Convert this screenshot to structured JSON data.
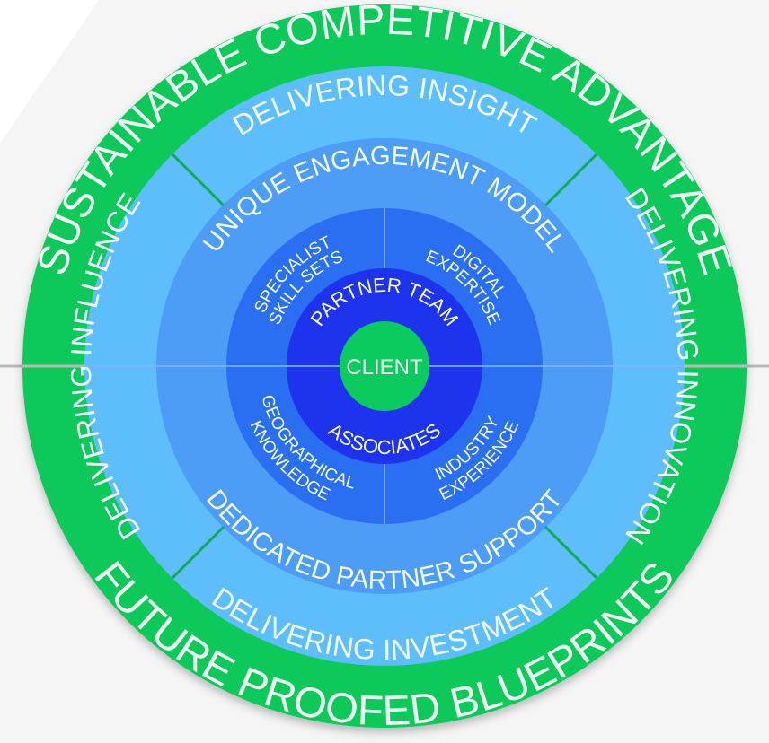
{
  "colors": {
    "background": "#ffffff",
    "backdrop": "#f5f5f5",
    "outer_ring": "#07c95a",
    "delivering_ring": "#5ebefb",
    "engagement_ring": "#4d9cf6",
    "capability_ring": "#2a6ff2",
    "team_ring": "#1d33ee",
    "client": "#0bcb5e",
    "divider_green": "#12a95a",
    "divider_light": "#7fb4ff",
    "axis_gray": "#b9b9b9"
  },
  "outer_ring": {
    "top": "SUSTAINABLE COMPETITIVE ADVANTAGE",
    "bottom": "FUTURE PROOFED BLUEPRINTS"
  },
  "delivering_ring": {
    "top": "DELIVERING INSIGHT",
    "right": "DELIVERING INNOVATION",
    "bottom": "DELIVERING INVESTMENT",
    "left": "DELIVERING INFLUENCE"
  },
  "engagement_ring": {
    "top": "UNIQUE ENGAGEMENT MODEL",
    "bottom": "DEDICATED PARTNER SUPPORT"
  },
  "capability_ring": {
    "top_left": [
      "SPECIALIST",
      "SKILL SETS"
    ],
    "top_right": [
      "DIGITAL",
      "EXPERTISE"
    ],
    "bottom_left": [
      "GEOGRAPHICAL",
      "KNOWLEDGE"
    ],
    "bottom_right": [
      "INDUSTRY",
      "EXPERIENCE"
    ]
  },
  "team_ring": {
    "top": "PARTNER TEAM",
    "bottom": "ASSOCIATES"
  },
  "center": {
    "label": "CLIENT"
  }
}
